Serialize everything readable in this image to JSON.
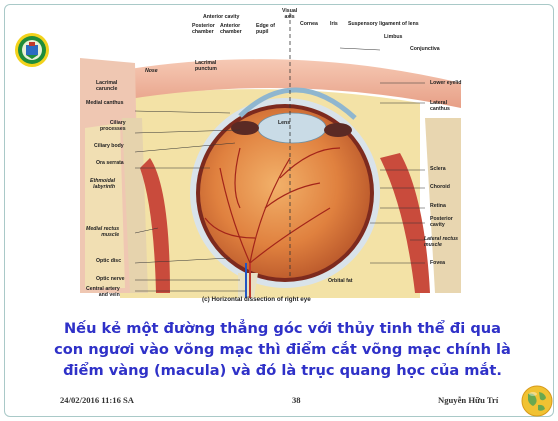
{
  "figure": {
    "caption": "(c) Horizontal dissection of right eye",
    "labels": {
      "anterior_cavity": "Anterior cavity",
      "posterior_chamber": "Posterior\nchamber",
      "anterior_chamber": "Anterior\nchamber",
      "edge_of_pupil": "Edge of\npupil",
      "visual_axis": "Visual\naxis",
      "cornea": "Cornea",
      "iris": "Iris",
      "suspensory_ligament": "Suspensory ligament of lens",
      "limbus": "Limbus",
      "conjunctiva": "Conjunctiva",
      "nose": "Nose",
      "lacrimal_punctum": "Lacrimal\npunctum",
      "lacrimal_caruncle": "Lacrimal\ncaruncle",
      "medial_canthus": "Medial canthus",
      "ciliary_processes": "Ciliary\nprocesses",
      "ciliary_body": "Ciliary body",
      "ora_serrata": "Ora serrata",
      "ethmoidal_labyrinth": "Ethmoidal\nlabyrinth",
      "lens": "Lens",
      "lower_eyelid": "Lower eyelid",
      "lateral_canthus": "Lateral\ncanthus",
      "sclera": "Sclera",
      "choroid": "Choroid",
      "retina": "Retina",
      "posterior_cavity": "Posterior\ncavity",
      "medial_rectus": "Medial rectus\nmuscle",
      "lateral_rectus": "Lateral rectus\nmuscle",
      "fovea": "Fovea",
      "optic_disc": "Optic disc",
      "optic_nerve": "Optic nerve",
      "central_artery": "Central artery\nand vein",
      "orbital_fat": "Orbital fat"
    }
  },
  "text_lines": [
    "Nếu kẻ một đường thẳng góc với thủy tinh thể đi qua",
    "con ngươi vào võng mạc thì điểm cắt võng mạc chính là",
    "điểm vàng (macula) và đó là trục quang học của mắt."
  ],
  "footer": {
    "date": "24/02/2016 11:16 SA",
    "page": "38",
    "author": "Nguyễn Hữu Trí"
  },
  "colors": {
    "body_text": "#2f31c8"
  },
  "icons": {
    "logo": "university-logo-icon",
    "globe": "globe-icon"
  }
}
